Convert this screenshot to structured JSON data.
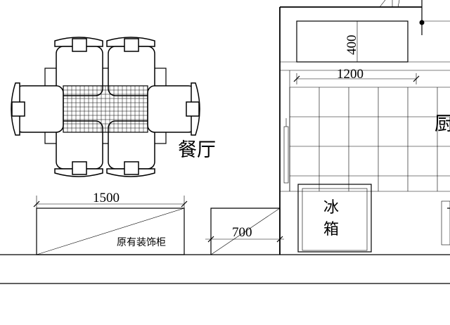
{
  "labels": {
    "dining_room": "餐厅",
    "kitchen_partial": "厨",
    "original_cabinet": "原有装饰柜",
    "fridge_line1": "冰",
    "fridge_line2": "箱"
  },
  "dimensions": {
    "cabinet_width": "1500",
    "step_width": "700",
    "counter_width": "1200",
    "counter_depth": "400"
  }
}
